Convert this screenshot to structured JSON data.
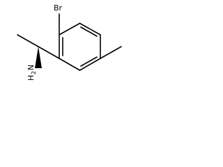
{
  "molecule": {
    "atoms": {
      "br": "Br",
      "n_letter": "H",
      "n_sub": "2",
      "n_atom": "N"
    }
  }
}
